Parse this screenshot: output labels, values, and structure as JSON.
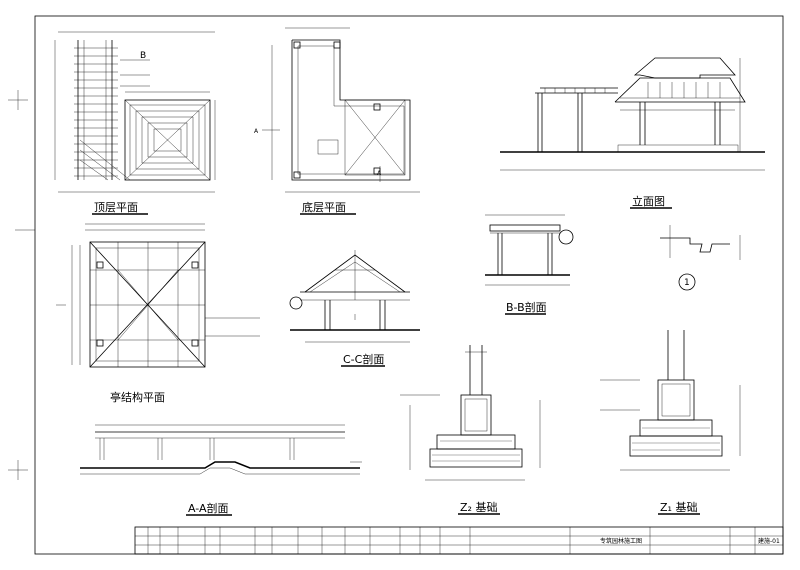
{
  "drawing": {
    "views": {
      "roof_plan": {
        "title": "顶层平面"
      },
      "floor_plan": {
        "title": "底层平面"
      },
      "elevation": {
        "title": "立面图"
      },
      "roof_structure_plan": {
        "title": "亭结构平面"
      },
      "section_cc": {
        "title": "C-C剖面"
      },
      "section_bb": {
        "title": "B-B剖面"
      },
      "section_aa": {
        "title": "A-A剖面"
      },
      "foundation_z2": {
        "title": "Z₂ 基础"
      },
      "foundation_z1": {
        "title": "Z₁ 基础"
      }
    },
    "markers": {
      "detail_number": "1",
      "section_a": "A",
      "section_b": "B"
    },
    "title_block": {
      "project_name": "专筑园林施工图",
      "sheet_number": "建施-01"
    }
  }
}
